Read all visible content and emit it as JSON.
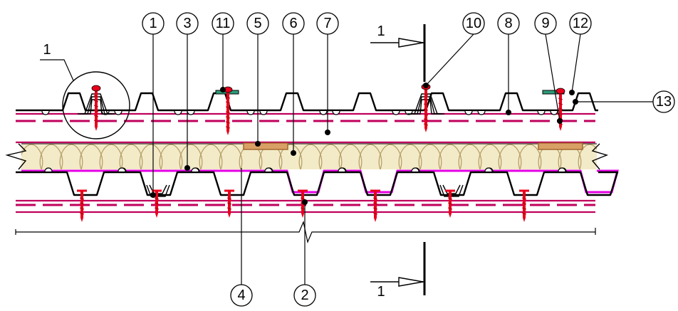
{
  "drawing": {
    "callouts": {
      "c1": "1",
      "c2": "2",
      "c3": "3",
      "c4": "4",
      "c5": "5",
      "c6": "6",
      "c7": "7",
      "c8": "8",
      "c9": "9",
      "c10": "10",
      "c11": "11",
      "c12": "12",
      "c13": "13"
    },
    "detail_label": "1",
    "section_top_label": "1",
    "section_bottom_label": "1"
  },
  "colors": {
    "profile": "#000000",
    "rail": "#c0005c",
    "screw": "#e8001c",
    "insulation": "#b8a16a",
    "insulation_fill": "#f3ebc8",
    "membrane": "#e400e4",
    "timber": "#a0622a",
    "seal": "#2e9c7a"
  }
}
